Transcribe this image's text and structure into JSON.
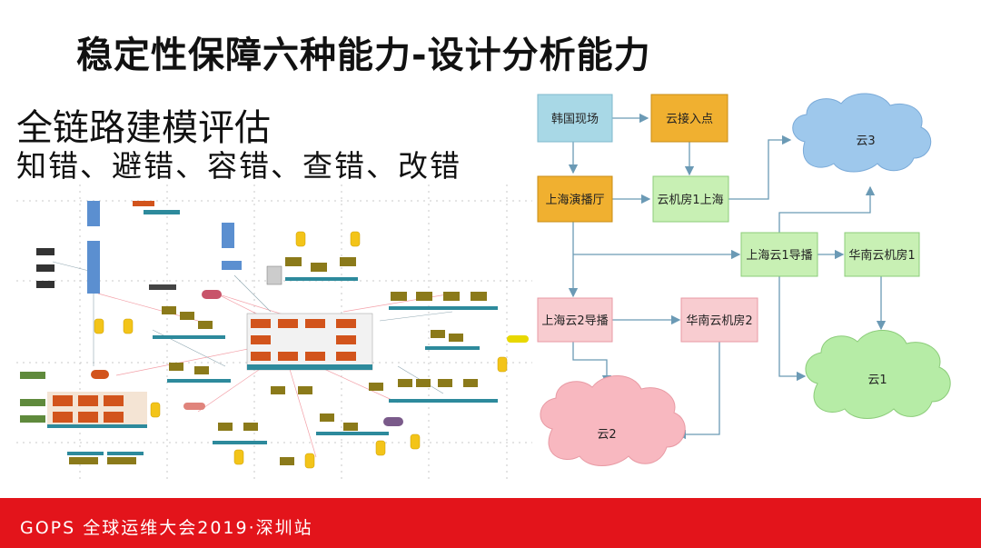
{
  "slide": {
    "title": "稳定性保障六种能力-设计分析能力",
    "subtitle": "全链路建模评估",
    "subtitle2": "知错、避错、容错、查错、改错"
  },
  "footer": {
    "text": "GOPS 全球运维大会2019·深圳站",
    "color": "#e3141b"
  },
  "flow_diagram": {
    "nodes": [
      {
        "id": "korea",
        "label": "韩国现场",
        "color": "#a8d8e6"
      },
      {
        "id": "cloud_access",
        "label": "云接入点",
        "color": "#f0b030"
      },
      {
        "id": "sh_hall",
        "label": "上海演播厅",
        "color": "#f0b030"
      },
      {
        "id": "sh_room",
        "label": "云机房1上海",
        "color": "#c8f0b4"
      },
      {
        "id": "sh_cloud1",
        "label": "上海云1导播",
        "color": "#c8f0b4"
      },
      {
        "id": "sc_room1",
        "label": "华南云机房1",
        "color": "#c8f0b4"
      },
      {
        "id": "sh_cloud2",
        "label": "上海云2导播",
        "color": "#f8ccd0"
      },
      {
        "id": "sc_room2",
        "label": "华南云机房2",
        "color": "#f8ccd0"
      }
    ],
    "clouds": [
      {
        "id": "c3",
        "label": "云3",
        "color": "#9ec8ec"
      },
      {
        "id": "c1",
        "label": "云1",
        "color": "#b6eca6"
      },
      {
        "id": "c2",
        "label": "云2",
        "color": "#f8b8c0"
      }
    ]
  }
}
